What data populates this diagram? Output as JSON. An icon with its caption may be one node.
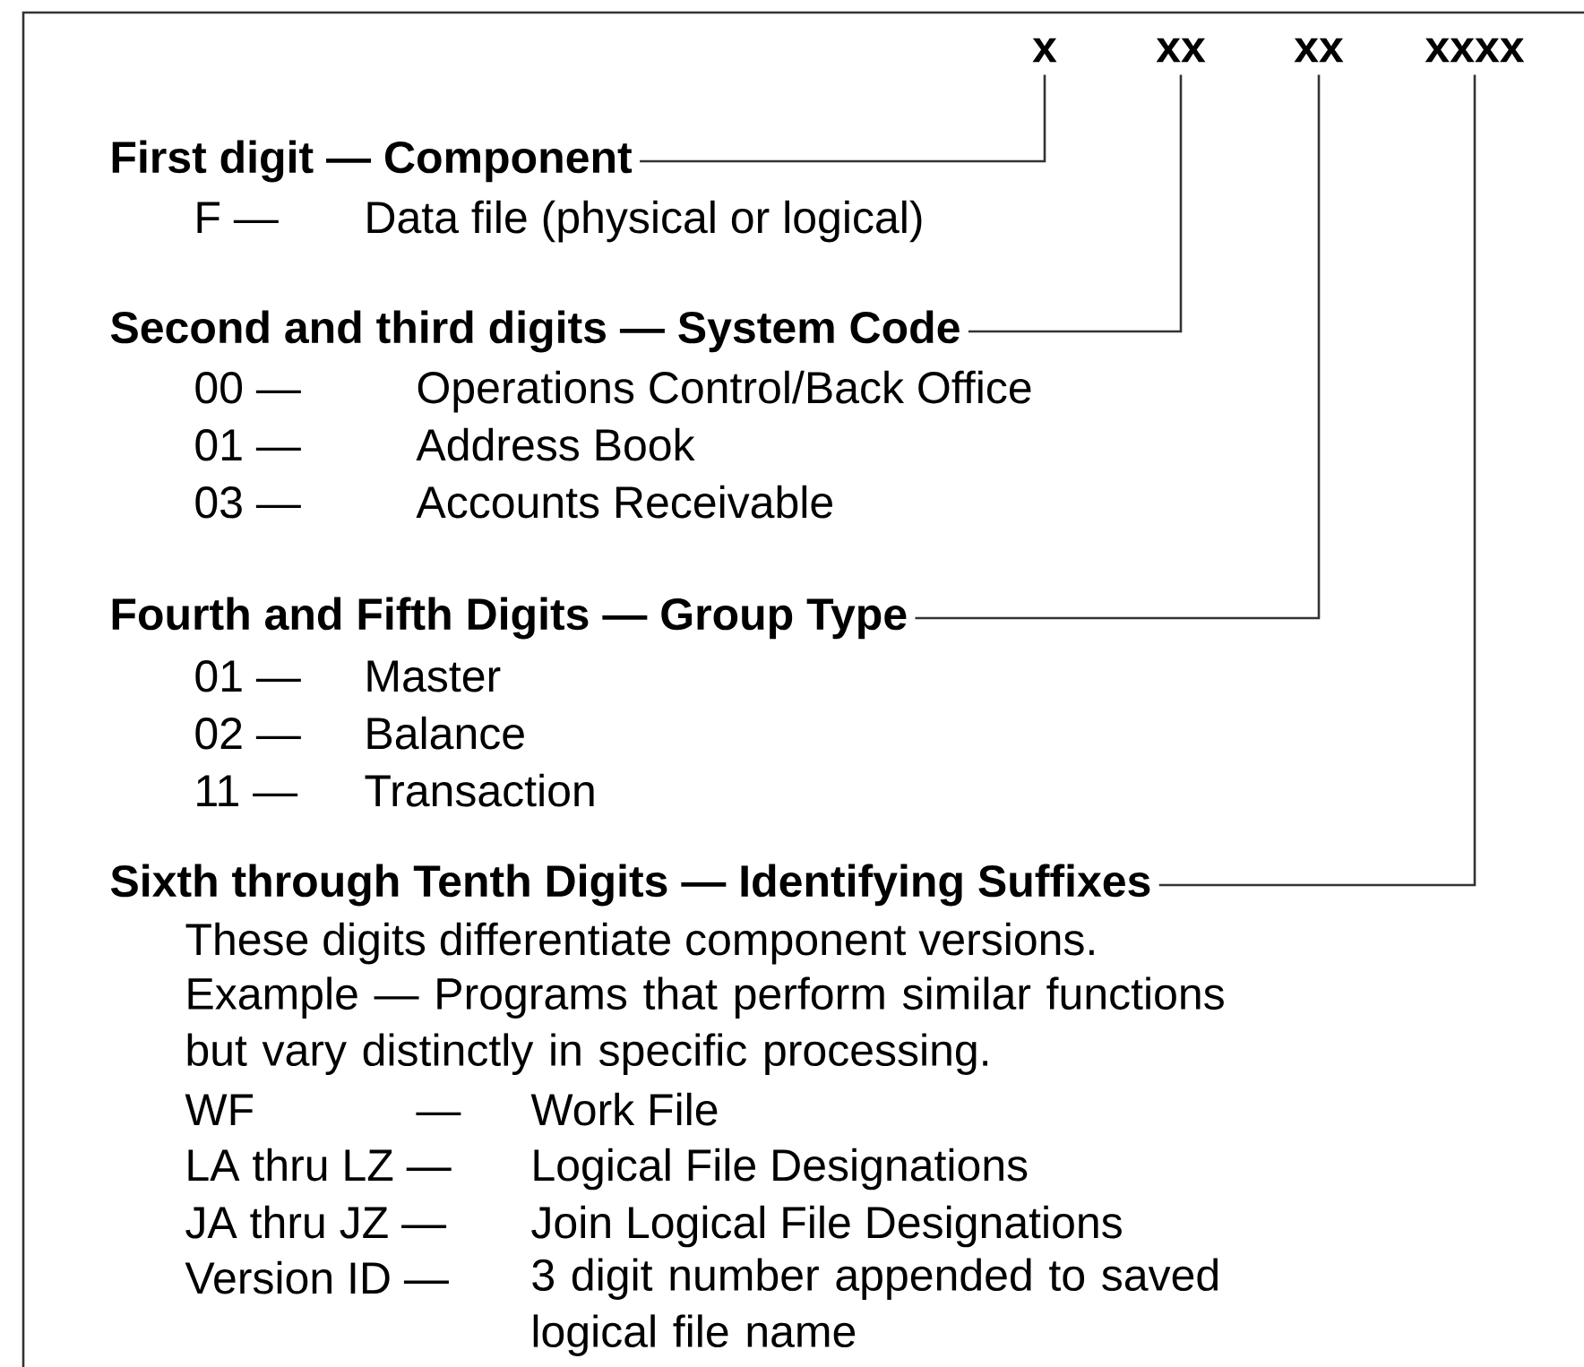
{
  "diagram": {
    "nodes": [
      {
        "text": [
          "x"
        ]
      },
      {
        "text": [
          "xx"
        ]
      },
      {
        "text": [
          "xx"
        ]
      },
      {
        "text": [
          "xxxx"
        ]
      },
      {
        "text": [
          "First digit — Component"
        ]
      },
      {
        "text": [
          "Second and third digits — System Code"
        ]
      },
      {
        "text": [
          "Fourth and Fifth Digits — Group Type"
        ]
      },
      {
        "text": [
          "Sixth through Tenth Digits — Identifying Suffixes"
        ]
      }
    ],
    "edges": [
      {
        "from": 4,
        "to": 0,
        "arrow": "none"
      },
      {
        "from": 5,
        "to": 1,
        "arrow": "none"
      },
      {
        "from": 6,
        "to": 2,
        "arrow": "none"
      },
      {
        "from": 7,
        "to": 3,
        "arrow": "none"
      }
    ],
    "labels": [
      "F —",
      "Data file (physical or logical)",
      "00 —",
      "Operations Control/Back Office",
      "01 —",
      "Address Book",
      "03 —",
      "Accounts Receivable",
      "01 —",
      "Master",
      "02 —",
      "Balance",
      "11 —",
      "Transaction",
      "These digits differentiate component versions.",
      "Example — Programs that perform similar functions but vary distinctly in specific processing.",
      "WF",
      "—",
      "Work File",
      "LA thru LZ —",
      "Logical File Designations",
      "JA thru JZ —",
      "Join Logical File Designations",
      "Version ID —",
      "3 digit number appended to saved logical file name"
    ]
  }
}
